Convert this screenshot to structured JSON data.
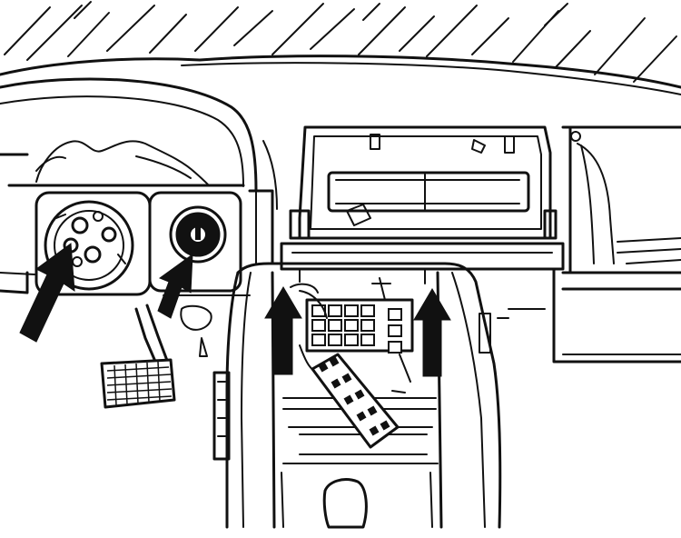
{
  "colors": {
    "ink": "#111111",
    "paper": "#ffffff"
  },
  "icons": {
    "arrows": [
      "arrow-icon",
      "arrow-icon",
      "arrow-icon",
      "arrow-icon"
    ],
    "arrow_direction": [
      "up-right",
      "up-right",
      "up",
      "up"
    ]
  }
}
